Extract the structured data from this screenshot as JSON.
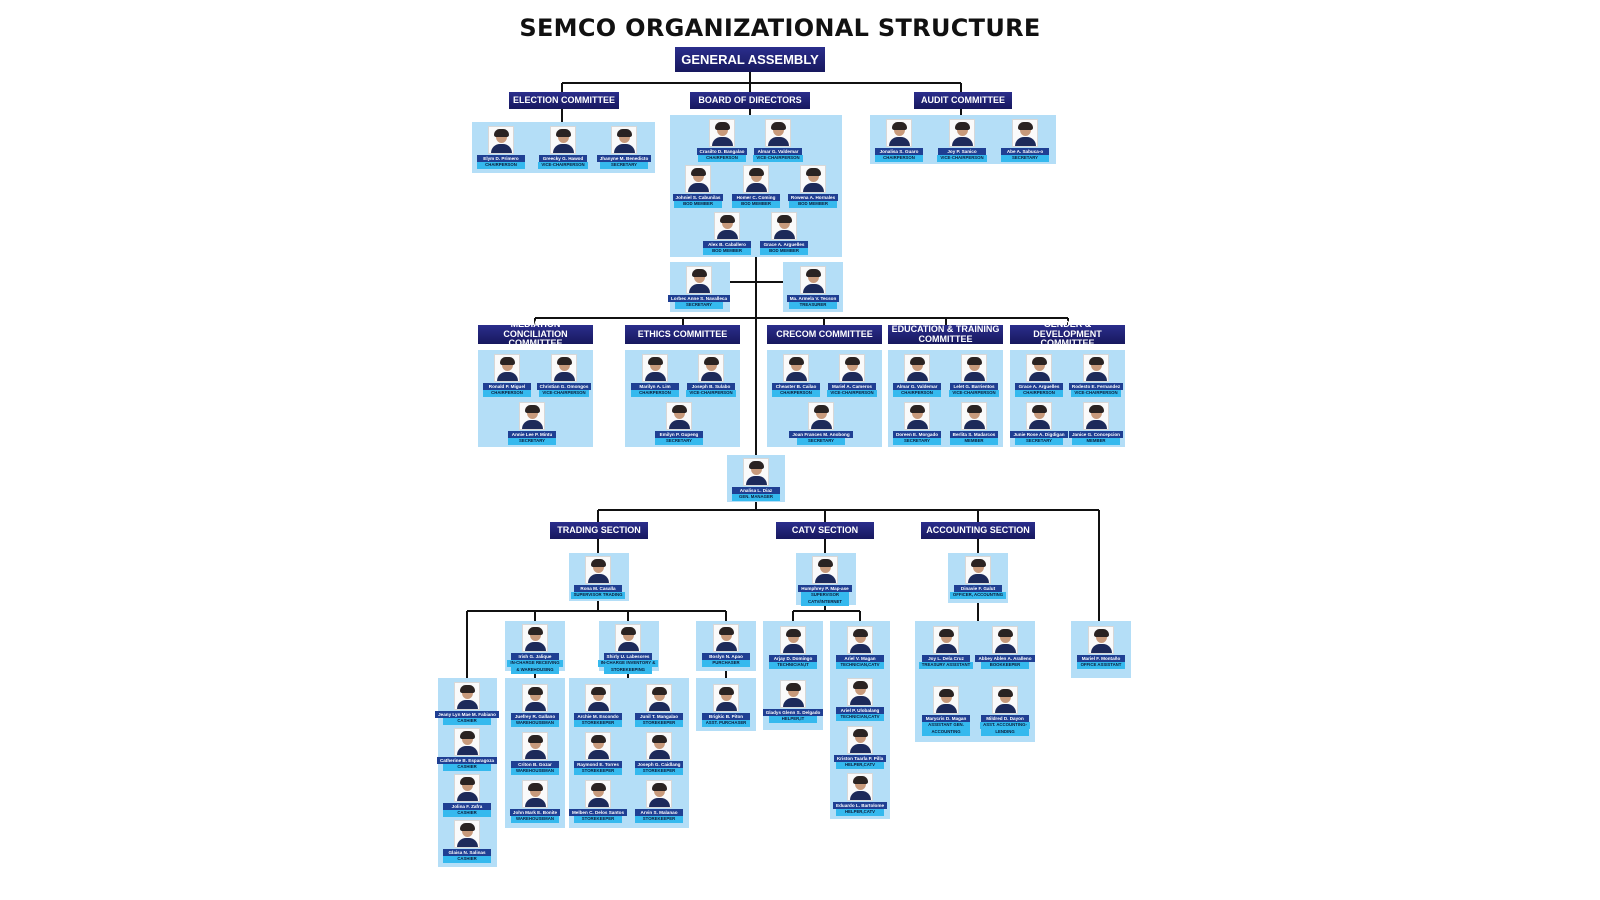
{
  "title": "SEMCO ORGANIZATIONAL STRUCTURE",
  "headers": {
    "general_assembly": "GENERAL ASSEMBLY",
    "election": "ELECTION COMMITTEE",
    "board": "BOARD OF DIRECTORS",
    "audit": "AUDIT COMMITTEE",
    "mediation": "MEDIATION CONCILIATION COMMITTEE",
    "ethics": "ETHICS COMMITTEE",
    "crecom": "CRECOM COMMITTEE",
    "education": "EDUCATION & TRAINING COMMITTEE",
    "gender": "GENDER & DEVELOPMENT COMMITTEE",
    "trading": "TRADING SECTION",
    "catv": "CATV SECTION",
    "accounting": "ACCOUNTING SECTION"
  },
  "groups": {
    "election": [
      {
        "name": "Elym D. Primero",
        "role": "CHAIRPERSON"
      },
      {
        "name": "Greecky G. Hawod",
        "role": "VICE-CHAIRPERSON"
      },
      {
        "name": "Jhanyne M. Benedicto",
        "role": "SECRETARY"
      }
    ],
    "audit": [
      {
        "name": "Jonalisa S. Guaro",
        "role": "CHAIRPERSON"
      },
      {
        "name": "Joy P. Sanico",
        "role": "VICE-CHAIRPERSON"
      },
      {
        "name": "Abe A. Sabuca-o",
        "role": "SECRETARY"
      }
    ],
    "board": [
      {
        "name": "Crasilto D. Bangalao",
        "role": "CHAIRPERSON"
      },
      {
        "name": "Almar G. Valdemar",
        "role": "VICE-CHAIRPERSON"
      },
      {
        "name": "Johniel S. Cabunilas",
        "role": "BOD MEMBER"
      },
      {
        "name": "Homer C. Coming",
        "role": "BOD MEMBER"
      },
      {
        "name": "Rowena A. Hornales",
        "role": "BOD MEMBER"
      },
      {
        "name": "Alex B. Caballero",
        "role": "BOD MEMBER"
      },
      {
        "name": "Grace A. Arguelles",
        "role": "BOD MEMBER"
      }
    ],
    "secretary": [
      {
        "name": "Lorbec Anne S. Navalleca",
        "role": "SECRETARY"
      }
    ],
    "treasurer": [
      {
        "name": "Ma. Armela V. Tecson",
        "role": "TREASURER"
      }
    ],
    "mediation": [
      {
        "name": "Ronald P. Miguel",
        "role": "CHAIRPERSON"
      },
      {
        "name": "Christian G. Omongos",
        "role": "VICE-CHAIRPERSON"
      },
      {
        "name": "Annie Lee P. Mintu",
        "role": "SECRETARY"
      }
    ],
    "ethics": [
      {
        "name": "Marilyn A. Lim",
        "role": "CHAIRPERSON"
      },
      {
        "name": "Joseph B. Sulabo",
        "role": "VICE-CHAIRPERSON"
      },
      {
        "name": "Emilyn P. Gupeng",
        "role": "SECRETARY"
      }
    ],
    "crecom": [
      {
        "name": "Cheaster B. Cailao",
        "role": "CHAIRPERSON"
      },
      {
        "name": "Mariel A. Cameros",
        "role": "VICE-CHAIRPERSON"
      },
      {
        "name": "Joan Frances M. Anobong",
        "role": "SECRETARY"
      }
    ],
    "education": [
      {
        "name": "Almar G. Valdemar",
        "role": "CHAIRPERSON"
      },
      {
        "name": "Lelet G. Barrientos",
        "role": "VICE-CHAIRPERSON"
      },
      {
        "name": "Doreen E. Morgado",
        "role": "SECRETARY"
      },
      {
        "name": "Berlita S. Madarcos",
        "role": "MEMBER"
      }
    ],
    "gender": [
      {
        "name": "Grace A. Arguelles",
        "role": "CHAIRPERSON"
      },
      {
        "name": "Rodesto E. Fernandez",
        "role": "VICE-CHAIRPERSON"
      },
      {
        "name": "Junie Rose A. Digdigan",
        "role": "SECRETARY"
      },
      {
        "name": "Janice G. Concepcion",
        "role": "MEMBER"
      }
    ],
    "gm": [
      {
        "name": "Analisa L. Diaz",
        "role": "GEN. MANAGER"
      }
    ],
    "trading_sup": [
      {
        "name": "Rona M. Casalla",
        "role": "SUPERVISOR TRADING"
      }
    ],
    "catv_sup": [
      {
        "name": "Humphrey P. Map-ase",
        "role": "SUPERVISOR",
        "role2": "CATV/INTERNET"
      }
    ],
    "acct_off": [
      {
        "name": "Dinavie F. Galut",
        "role": "OFFICER, ACCOUNTING"
      }
    ],
    "cashiers": [
      {
        "name": "Jeany Lyn Mae M. Fabiano",
        "role": "CASHIER"
      },
      {
        "name": "Catherine B. Esparagoza",
        "role": "CASHIER"
      },
      {
        "name": "Jolina F. Zafra",
        "role": "CASHIER"
      },
      {
        "name": "Glaisa N. Salinas",
        "role": "CASHIER"
      }
    ],
    "receiving": [
      {
        "name": "Irish G. Jalique",
        "role": "IN-CHARGE RECEIVING",
        "role2": "& WAREHOUSING"
      }
    ],
    "warehouse": [
      {
        "name": "Juefrey R. Gallano",
        "role": "WAREHOUSEMAN"
      },
      {
        "name": "Criton B. Gozar",
        "role": "WAREHOUSEMAN"
      },
      {
        "name": "John Mark E. Bonite",
        "role": "WAREHOUSEMAN"
      }
    ],
    "inventory": [
      {
        "name": "Shirly U. Labesores",
        "role": "IN-CHARGE INVENTORY &",
        "role2": "STOREKEEPING"
      }
    ],
    "storekeepers": [
      {
        "name": "Archie M. Escondo",
        "role": "STOREKEEPER"
      },
      {
        "name": "Junil T. Mangalao",
        "role": "STOREKEEPER"
      },
      {
        "name": "Raymond E. Torres",
        "role": "STOREKEEPER"
      },
      {
        "name": "Joseph G. Caidlang",
        "role": "STOREKEEPER"
      },
      {
        "name": "Melben C. Delos Santos",
        "role": "STOREKEEPER"
      },
      {
        "name": "Arvin S. Malanao",
        "role": "STOREKEEPER"
      }
    ],
    "purchaser": [
      {
        "name": "Boslyn N. Apao",
        "role": "PURCHASER"
      }
    ],
    "asst_purchaser": [
      {
        "name": "Brigkic B. Piton",
        "role": "ASST. PURCHASER"
      }
    ],
    "catv_it": [
      {
        "name": "Arjay D. Domingo",
        "role": "TECHNICIAN,IT"
      },
      {
        "name": "Gladys Glenn S. Delgado",
        "role": "HELPER,IT"
      }
    ],
    "catv_tech": [
      {
        "name": "Ariel V. Magan",
        "role": "TECHNICIAN,CATV"
      },
      {
        "name": "Ariel P. Ulobalang",
        "role": "TECHNICIAN,CATV"
      },
      {
        "name": "Kriston Taarla P. Pilla",
        "role": "HELPER,CATV"
      },
      {
        "name": "Eduardo L. Bartolome",
        "role": "HELPER,CATV"
      }
    ],
    "acct_staff": [
      {
        "name": "Joy L. Dela Cruz",
        "role": "TREASURY ASSISTANT"
      },
      {
        "name": "Abbey Ablen A. Aralleno",
        "role": "BOOKKEEPER"
      },
      {
        "name": "Marycris D. Magan",
        "role": "ASSISTANT GEN.",
        "role2": "ACCOUNTING"
      },
      {
        "name": "Mildred D. Dayon",
        "role": "ASST. ACCOUNTING-",
        "role2": "LENDING"
      }
    ],
    "office": [
      {
        "name": "Mariel F. Montaño",
        "role": "OFFICE ASSISTANT"
      }
    ]
  },
  "colors": {
    "header": "#1b1c6b",
    "box": "#b4def7",
    "name_bar": "#1f3f93",
    "role_bar": "#35b9ee"
  }
}
